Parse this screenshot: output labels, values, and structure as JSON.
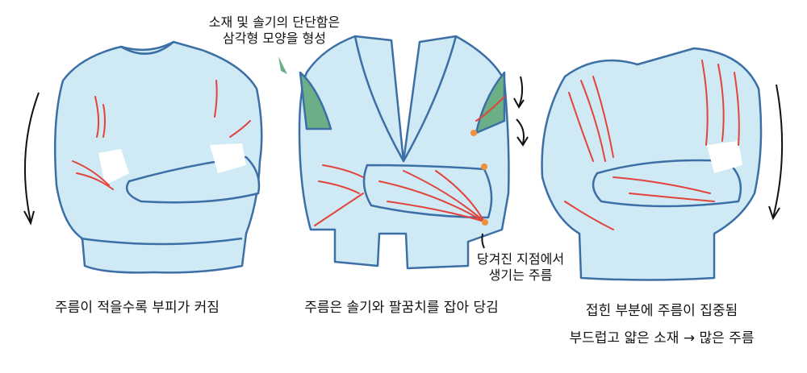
{
  "annotations": {
    "seam_note_line1": "소재 및 솔기의 단단함은",
    "seam_note_line2": "삼각형 모양을 형성",
    "pull_note_line1": "당겨진 지점에서",
    "pull_note_line2": "생기는 주름"
  },
  "captions": {
    "left": "주름이 적을수록 부피가 커짐",
    "center": "주름은 솔기와 팔꿈치를 잡아 당김",
    "right_line1": "접힌 부분에 주름이 집중됨",
    "right_line2": "부드럽고 얇은 소재 → 많은 주름"
  },
  "colors": {
    "fabric": "#cfeaf4",
    "outline": "#3b6fa6",
    "wrinkle": "#e2443c",
    "triangle": "#6caf86",
    "pull_point": "#f0913a"
  }
}
